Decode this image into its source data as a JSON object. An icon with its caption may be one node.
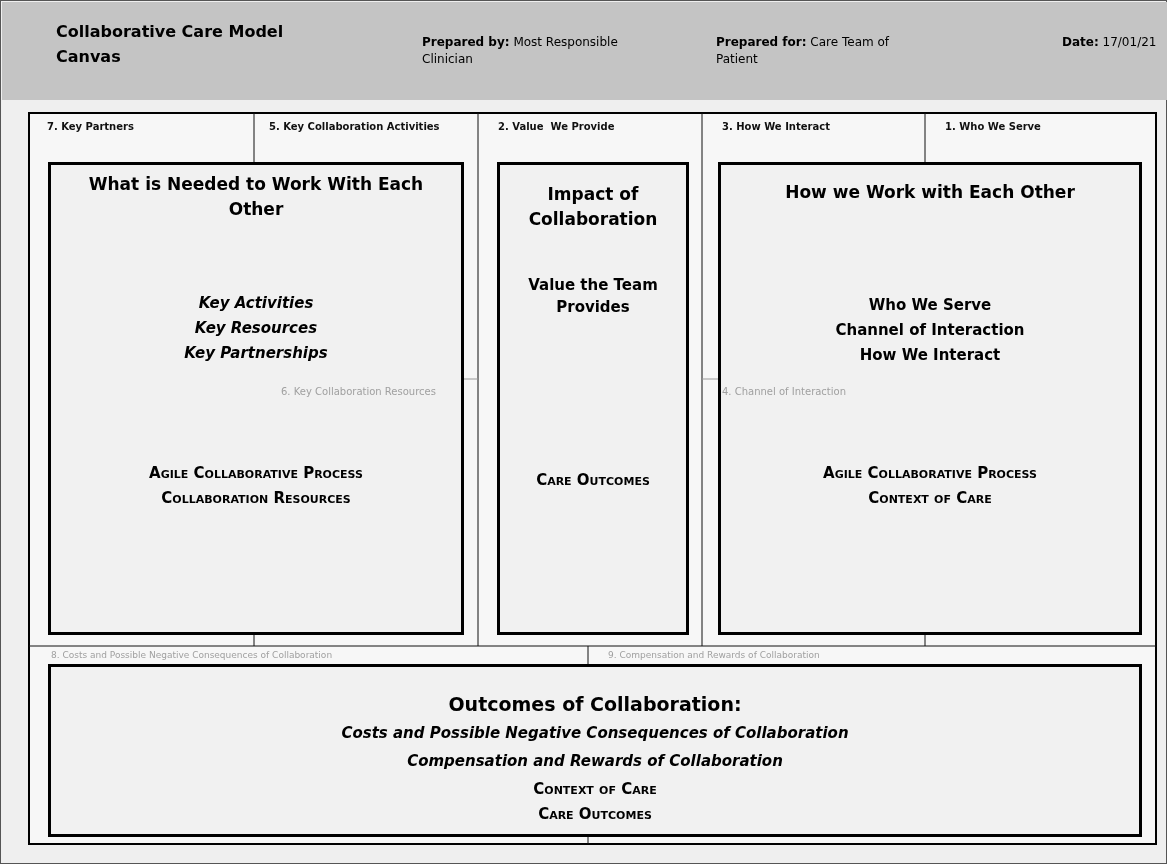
{
  "diagram": {
    "nodes": [
      {
        "text": [
          "Collaborative Care Model Canvas",
          "**Prepared by:** Most Responsible Clinician",
          "**Prepared for:** Care Team of Patient",
          "**Date:** 17/01/21"
        ]
      },
      {
        "text": [
          "What is Needed to Work With Each Other",
          "Key Activities",
          "Key Resources",
          "Key Partnerships",
          "Agile Collaborative Process",
          "Collaboration Resources"
        ]
      },
      {
        "text": [
          "Impact of Collaboration",
          "Value the Team Provides",
          "Care Outcomes"
        ]
      },
      {
        "text": [
          "How we Work with Each Other",
          "Who We Serve",
          "Channel of Interaction",
          "How We Interact",
          "Agile Collaborative Process",
          "Context of Care"
        ]
      },
      {
        "text": [
          "Outcomes of Collaboration:",
          "Costs and Possible Negative Consequences of Collaboration",
          "Compensation and Rewards of Collaboration",
          "Context of Care",
          "Care Outcomes"
        ]
      }
    ],
    "labels": [
      "7. Key Partners",
      "5. Key Collaboration Activities",
      "2. Value  We Provide",
      "3. How We Interact",
      "1. Who We Serve",
      "6. Key Collaboration Resources",
      "4. Channel of Interaction",
      "8. Costs and Possible Negative Consequences of Collaboration",
      "9. Compensation and Rewards of Collaboration"
    ]
  }
}
